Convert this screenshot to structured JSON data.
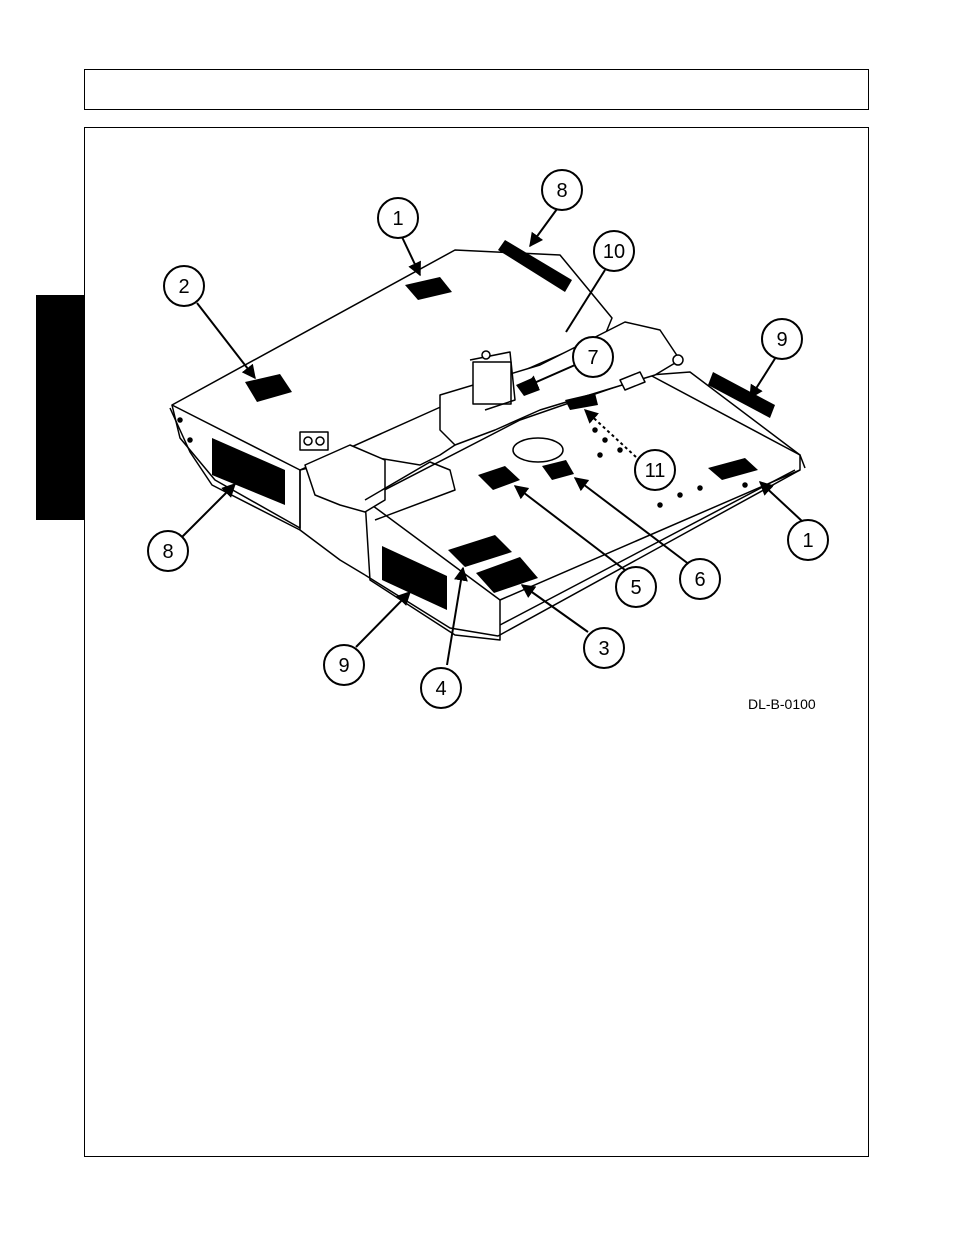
{
  "header": {
    "title": ""
  },
  "figure": {
    "code": "DL-B-0100",
    "callouts": [
      {
        "label": "1"
      },
      {
        "label": "8"
      },
      {
        "label": "10"
      },
      {
        "label": "2"
      },
      {
        "label": "7"
      },
      {
        "label": "9"
      },
      {
        "label": "11"
      },
      {
        "label": "1"
      },
      {
        "label": "8"
      },
      {
        "label": "5"
      },
      {
        "label": "6"
      },
      {
        "label": "3"
      },
      {
        "label": "9"
      },
      {
        "label": "4"
      }
    ]
  }
}
